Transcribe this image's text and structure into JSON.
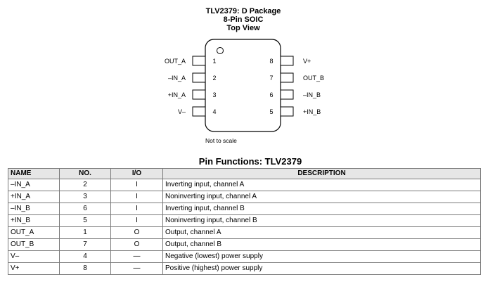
{
  "package_title": [
    "TLV2379: D Package",
    "8-Pin SOIC",
    "Top View"
  ],
  "left_pins": [
    {
      "label": "OUT_A",
      "num": "1"
    },
    {
      "label": "–IN_A",
      "num": "2"
    },
    {
      "label": "+IN_A",
      "num": "3"
    },
    {
      "label": "V–",
      "num": "4"
    }
  ],
  "right_pins": [
    {
      "label": "V+",
      "num": "8"
    },
    {
      "label": "OUT_B",
      "num": "7"
    },
    {
      "label": "–IN_B",
      "num": "6"
    },
    {
      "label": "+IN_B",
      "num": "5"
    }
  ],
  "scale_note": "Not to scale",
  "table_title": "Pin Functions: TLV2379",
  "table": {
    "headers": {
      "name": "NAME",
      "no": "NO.",
      "io": "I/O",
      "desc": "DESCRIPTION"
    },
    "rows": [
      {
        "name": "–IN_A",
        "no": "2",
        "io": "I",
        "desc": "Inverting input, channel A"
      },
      {
        "name": "+IN_A",
        "no": "3",
        "io": "I",
        "desc": "Noninverting input, channel A"
      },
      {
        "name": "–IN_B",
        "no": "6",
        "io": "I",
        "desc": "Inverting input, channel B"
      },
      {
        "name": "+IN_B",
        "no": "5",
        "io": "I",
        "desc": "Noninverting input, channel B"
      },
      {
        "name": "OUT_A",
        "no": "1",
        "io": "O",
        "desc": "Output, channel A"
      },
      {
        "name": "OUT_B",
        "no": "7",
        "io": "O",
        "desc": "Output, channel B"
      },
      {
        "name": "V–",
        "no": "4",
        "io": "—",
        "desc": "Negative (lowest) power supply"
      },
      {
        "name": "V+",
        "no": "8",
        "io": "—",
        "desc": "Positive (highest) power supply"
      }
    ]
  }
}
